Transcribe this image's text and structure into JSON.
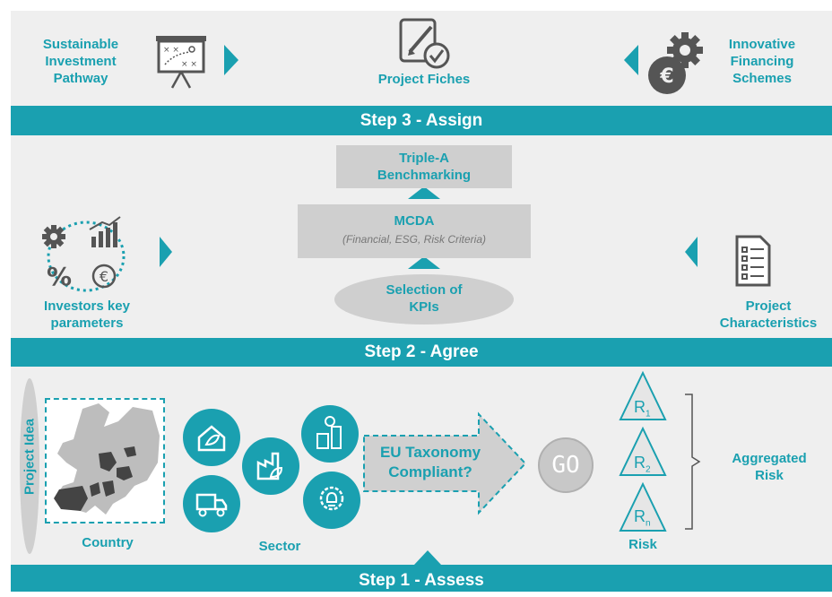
{
  "steps": {
    "step3": {
      "label": "Step 3 - Assign",
      "left": "Sustainable\nInvestment\nPathway",
      "center": "Project Fiches",
      "right": "Innovative\nFinancing\nSchemes"
    },
    "step2": {
      "label": "Step 2 - Agree",
      "left": "Investors key\nparameters",
      "right": "Project\nCharacteristics",
      "benchmark": "Triple-A\nBenchmarking",
      "mcda_title": "MCDA",
      "mcda_sub": "(Financial, ESG, Risk Criteria)",
      "kpis": "Selection of\nKPIs"
    },
    "step1": {
      "label": "Step 1 - Assess",
      "project_idea": "Project Idea",
      "country": "Country",
      "sector": "Sector",
      "taxonomy": "EU Taxonomy\nCompliant?",
      "go": "GO",
      "risk": "Risk",
      "aggregated": "Aggregated\nRisk",
      "r1": "R",
      "r1_sub": "1",
      "r2": "R",
      "r2_sub": "2",
      "rn": "R",
      "rn_sub": "n"
    }
  },
  "colors": {
    "teal": "#1aa0b0",
    "panel": "#efefef",
    "box": "#cfcfcf"
  },
  "icons": [
    "presentation-board-icon",
    "edit-document-icon",
    "gear-euro-icon",
    "gear-icon",
    "bar-chart-icon",
    "percent-icon",
    "euro-coin-icon",
    "checklist-icon",
    "eco-house-icon",
    "factory-leaf-icon",
    "smart-city-icon",
    "electric-truck-icon",
    "lightbulb-gear-icon",
    "europe-map-icon",
    "brace-icon"
  ]
}
